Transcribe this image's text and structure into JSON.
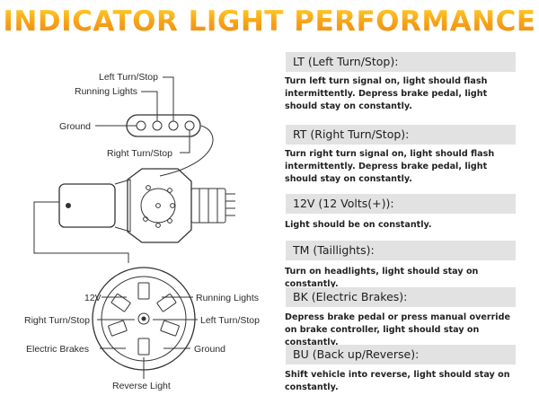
{
  "title": "INDICATOR LIGHT PERFORMANCE",
  "colors": {
    "title_gradient_top": "#ffd22a",
    "title_gradient_bottom": "#ef8a10",
    "header_bg": "#e2e2e2"
  },
  "diagram": {
    "four_pin_labels": {
      "left_turn_stop": "Left Turn/Stop",
      "running_lights": "Running Lights",
      "ground": "Ground",
      "right_turn_stop": "Right Turn/Stop"
    },
    "seven_pin_labels": {
      "v12": "12V",
      "running_lights": "Running Lights",
      "right_turn_stop": "Right Turn/Stop",
      "left_turn_stop": "Left Turn/Stop",
      "electric_brakes": "Electric Brakes",
      "ground": "Ground",
      "reverse_light": "Reverse Light"
    }
  },
  "sections": [
    {
      "header": "LT (Left Turn/Stop):",
      "body": "Turn left turn signal on, light should flash intermittently. Depress brake pedal, light should stay on constantly."
    },
    {
      "header": "RT (Right Turn/Stop):",
      "body": "Turn right turn signal on, light should flash intermittently. Depress brake pedal, light should stay on constantly."
    },
    {
      "header": "12V (12 Volts(+)):",
      "body": "Light should be on constantly."
    },
    {
      "header": "TM (Taillights):",
      "body": "Turn on headlights, light should stay on constantly."
    },
    {
      "header": "BK (Electric Brakes):",
      "body": "Depress brake pedal or press manual override on brake controller, light should stay on constantly."
    },
    {
      "header": "BU (Back up/Reverse):",
      "body": "Shift vehicle into reverse, light should stay on constantly."
    }
  ]
}
